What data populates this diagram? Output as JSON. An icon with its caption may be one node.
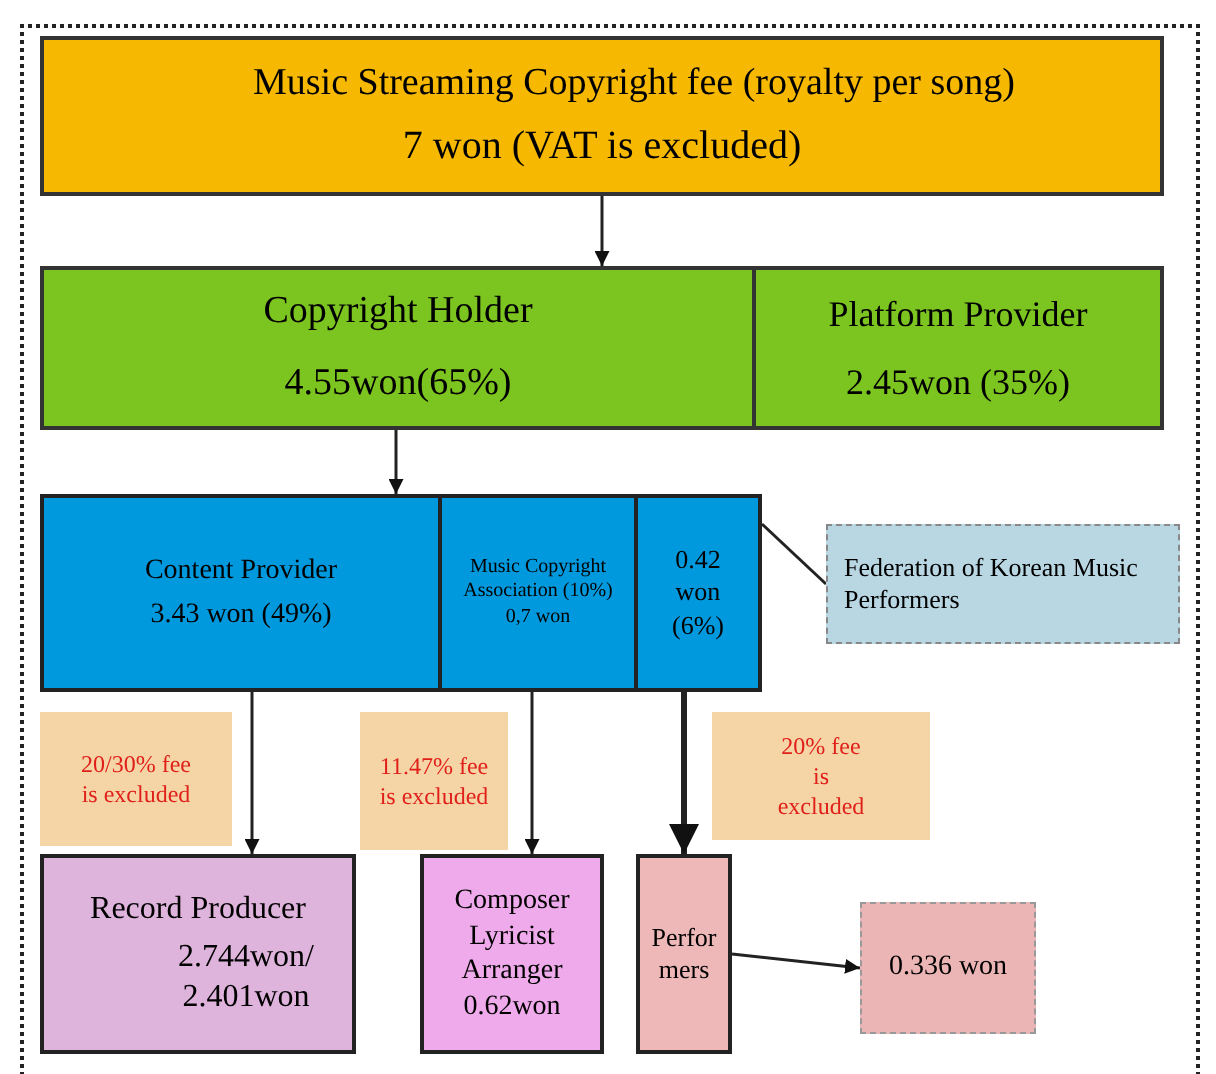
{
  "diagram": {
    "nodes": [
      {
        "text": [
          "Music Streaming Copyright fee (royalty per song)",
          "7 won (VAT is excluded)"
        ]
      },
      {
        "text": [
          "Copyright Holder",
          "4.55won(65%)"
        ]
      },
      {
        "text": [
          "Platform Provider",
          "2.45won (35%)"
        ]
      },
      {
        "text": [
          "Content Provider",
          "3.43 won (49%)"
        ]
      },
      {
        "text": [
          "Music Copyright Association (10%)",
          "0,7 won"
        ]
      },
      {
        "text": [
          "0.42 won (6%)"
        ]
      },
      {
        "text": [
          "Federation of Korean Music Performers"
        ]
      },
      {
        "text": [
          "20/30% fee is excluded"
        ]
      },
      {
        "text": [
          "11.47% fee is excluded"
        ]
      },
      {
        "text": [
          "20% fee is excluded"
        ]
      },
      {
        "text": [
          "Record Producer",
          "2.744won/ 2.401won"
        ]
      },
      {
        "text": [
          "Composer Lyricist Arranger",
          "0.62won"
        ]
      },
      {
        "text": [
          "Performers"
        ]
      },
      {
        "text": [
          "0.336 won"
        ]
      }
    ],
    "edges": [
      {
        "from": 0,
        "to": 1,
        "arrow": "to"
      },
      {
        "from": 1,
        "to": 3,
        "arrow": "to"
      },
      {
        "from": 3,
        "to": 10,
        "arrow": "to"
      },
      {
        "from": 4,
        "to": 11,
        "arrow": "to"
      },
      {
        "from": 5,
        "to": 12,
        "arrow": "to",
        "style": "thick"
      },
      {
        "from": 6,
        "to": 5,
        "arrow": "none"
      },
      {
        "from": 12,
        "to": 13,
        "arrow": "to"
      }
    ]
  }
}
